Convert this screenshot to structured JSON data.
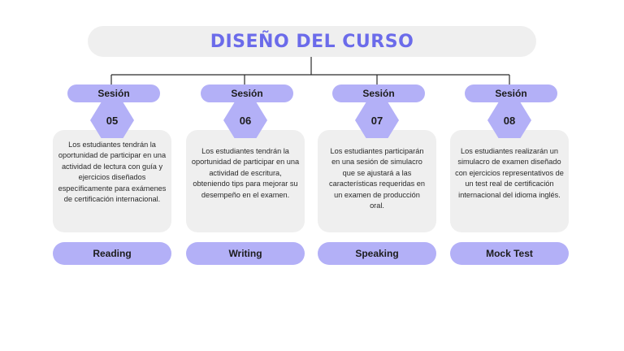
{
  "title": "DISEÑO DEL CURSO",
  "colors": {
    "accent": "#6b6bea",
    "lavender": "#b3b0f7",
    "card": "#efefef",
    "line": "#2a2a2a"
  },
  "sessions": [
    {
      "label": "Sesión",
      "number": "05",
      "description": "Los estudiantes tendrán la oportunidad de participar en una actividad de lectura con guía y ejercicios diseñados específicamente para exámenes de certificación internacional.",
      "skill": "Reading"
    },
    {
      "label": "Sesión",
      "number": "06",
      "description": "Los estudiantes tendrán la oportunidad de participar en una actividad de escritura, obteniendo tips para mejorar su desempeño en el examen.",
      "skill": "Writing"
    },
    {
      "label": "Sesión",
      "number": "07",
      "description": "Los estudiantes participarán en una sesión de simulacro que se ajustará a las características requeridas en un examen de producción oral.",
      "skill": "Speaking"
    },
    {
      "label": "Sesión",
      "number": "08",
      "description": "Los estudiantes realizarán un simulacro de examen diseñado con ejercicios representativos de un test real de certificación internacional del idioma inglés.",
      "skill": "Mock Test"
    }
  ]
}
